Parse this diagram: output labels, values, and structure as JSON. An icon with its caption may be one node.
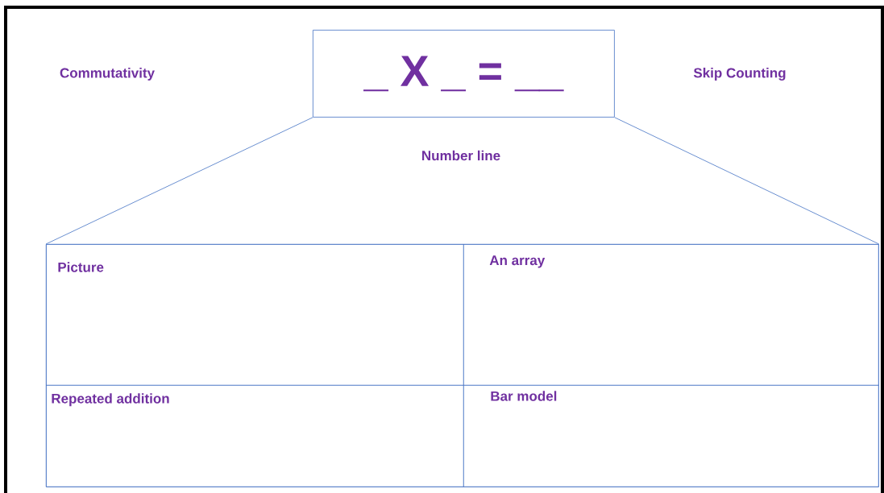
{
  "diagram": {
    "nodes": [
      {
        "text": [
          "_ X _ = __"
        ]
      },
      {
        "text": [],
        "shape": "box"
      },
      {
        "text": [
          "Picture"
        ],
        "in": 1
      },
      {
        "text": [
          "An array"
        ],
        "in": 1
      },
      {
        "text": [
          "Repeated addition"
        ],
        "in": 1
      },
      {
        "text": [
          "Bar model"
        ],
        "in": 1
      }
    ],
    "edges": [
      {
        "from": 0,
        "to": 1,
        "arrow": "none"
      },
      {
        "from": 0,
        "to": 1,
        "arrow": "none"
      }
    ],
    "labels": [
      "Commutativity",
      "Skip Counting",
      "Number line"
    ]
  }
}
